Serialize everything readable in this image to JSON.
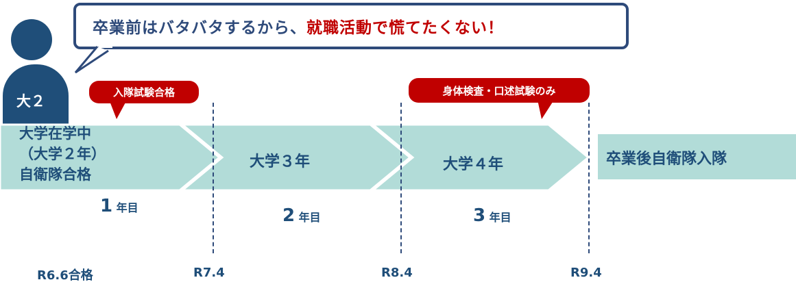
{
  "speech": {
    "text_normal": "卒業前はバタバタするから、",
    "text_highlight": "就職活動で慌てたくない！"
  },
  "person": {
    "badge": "大２"
  },
  "callouts": {
    "entrance_exam": "入隊試験合格",
    "physical_exam": "身体検査・口述試験のみ"
  },
  "stages": {
    "stage1": [
      "大学在学中",
      "（大学２年）",
      "自衛隊合格"
    ],
    "stage2": "大学３年",
    "stage3": "大学４年",
    "stage4": "卒業後自衛隊入隊"
  },
  "years": [
    {
      "num": "1",
      "unit": "年目"
    },
    {
      "num": "2",
      "unit": "年目"
    },
    {
      "num": "3",
      "unit": "年目"
    }
  ],
  "dates": [
    "R6.6合格",
    "R7.4",
    "R8.4",
    "R9.4"
  ],
  "colors": {
    "band": "#b2dcd8",
    "navy": "#1f4e79",
    "red": "#c00000"
  }
}
